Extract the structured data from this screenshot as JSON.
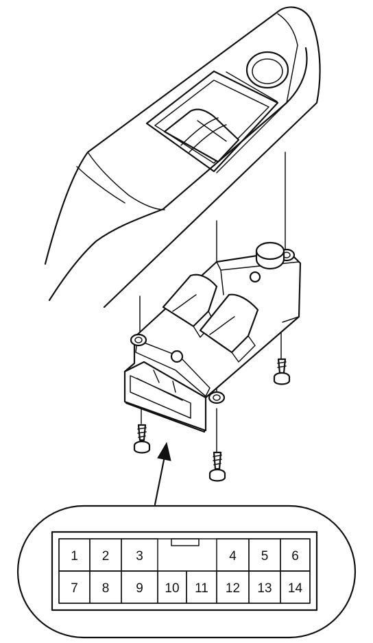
{
  "connector": {
    "top_row": [
      "1",
      "2",
      "3",
      "4",
      "5",
      "6"
    ],
    "bottom_row": [
      "7",
      "8",
      "9",
      "10",
      "11",
      "12",
      "13",
      "14"
    ]
  }
}
